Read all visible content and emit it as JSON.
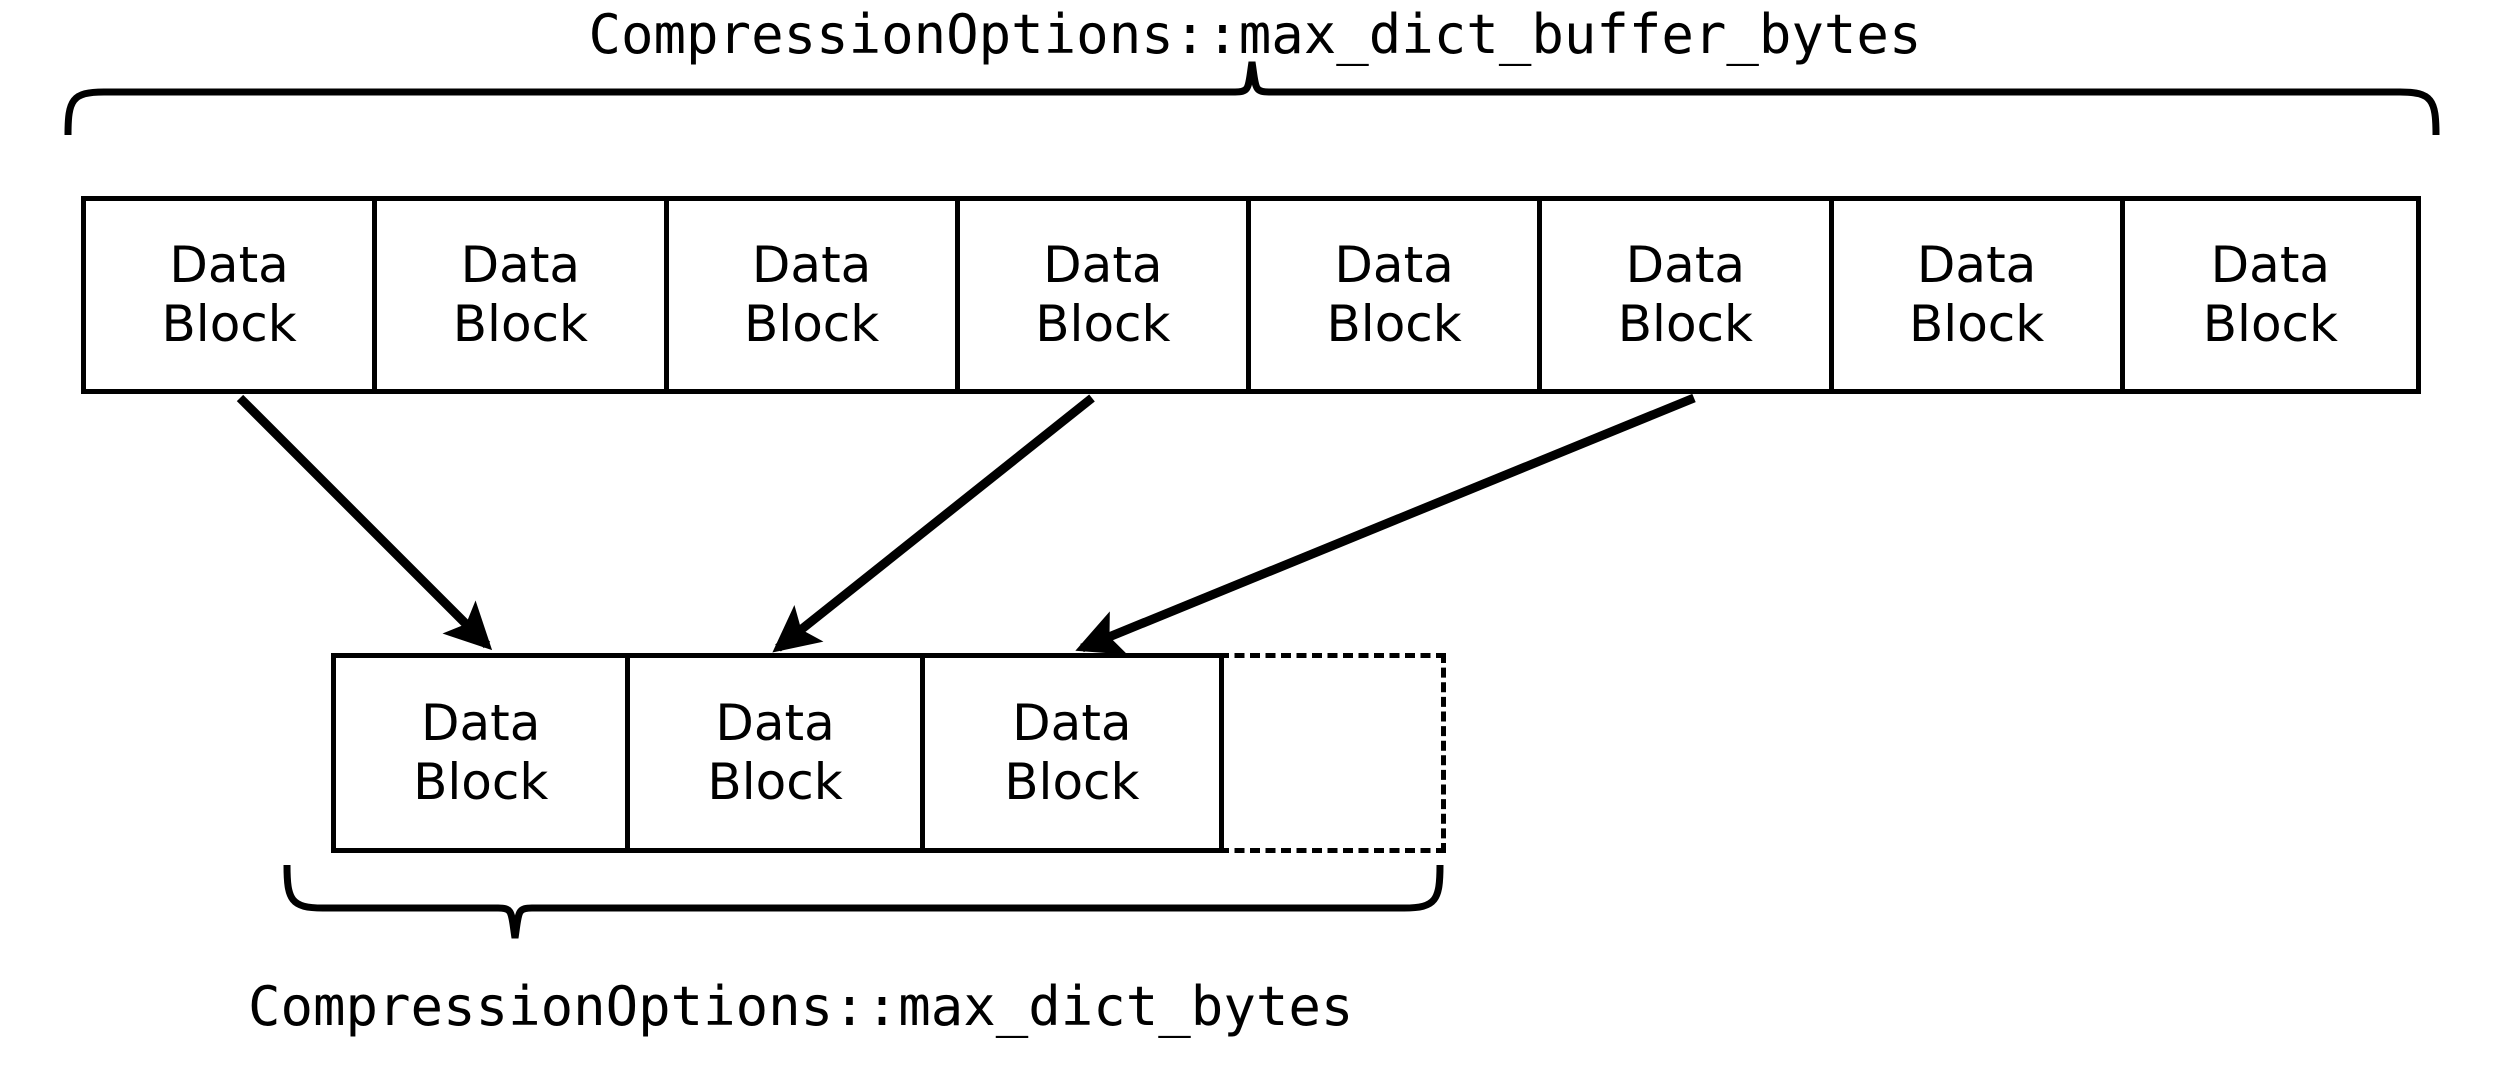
{
  "diagram": {
    "title_top": "CompressionOptions::max_dict_buffer_bytes",
    "title_bottom": "CompressionOptions::max_dict_bytes",
    "colors": {
      "stroke": "#000000",
      "background": "#ffffff"
    },
    "top_row": {
      "name": "buffered-data-blocks",
      "block_count": 8,
      "blocks": [
        {
          "line1": "Data",
          "line2": "Block"
        },
        {
          "line1": "Data",
          "line2": "Block"
        },
        {
          "line1": "Data",
          "line2": "Block"
        },
        {
          "line1": "Data",
          "line2": "Block"
        },
        {
          "line1": "Data",
          "line2": "Block"
        },
        {
          "line1": "Data",
          "line2": "Block"
        },
        {
          "line1": "Data",
          "line2": "Block"
        },
        {
          "line1": "Data",
          "line2": "Block"
        }
      ]
    },
    "bottom_row": {
      "name": "dictionary-samples",
      "block_count": 3,
      "blocks": [
        {
          "line1": "Data",
          "line2": "Block"
        },
        {
          "line1": "Data",
          "line2": "Block"
        },
        {
          "line1": "Data",
          "line2": "Block"
        }
      ],
      "empty_slot_count": 1
    },
    "arrows": [
      {
        "name": "arrow-block1-to-sample1",
        "from_block_index": 0,
        "to_block_index": 0
      },
      {
        "name": "arrow-block4-to-sample2",
        "from_block_index": 3,
        "to_block_index": 1
      },
      {
        "name": "arrow-block6-to-sample3",
        "from_block_index": 5,
        "to_block_index": 2
      }
    ],
    "braces": [
      {
        "name": "top-brace",
        "label_ref": "title_top",
        "spans": "top_row"
      },
      {
        "name": "bottom-brace",
        "label_ref": "title_bottom",
        "spans": "bottom_row_with_empty_slot"
      }
    ]
  }
}
